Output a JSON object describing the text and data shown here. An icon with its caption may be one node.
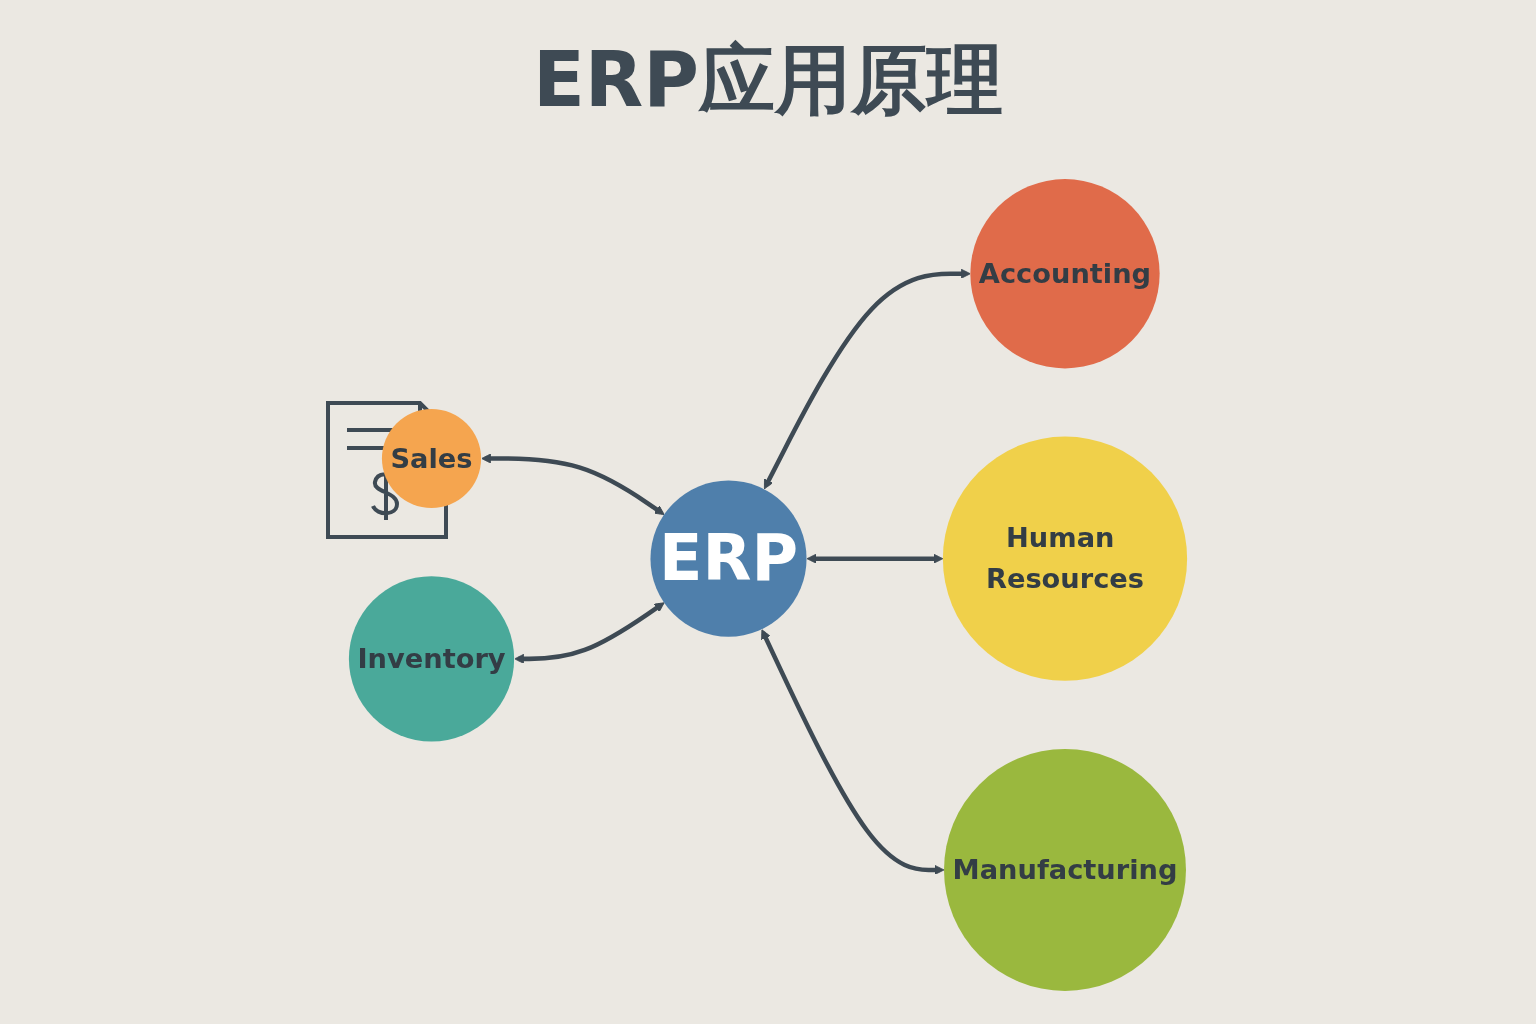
{
  "diagram": {
    "title": "ERP应用原理",
    "nodes": [
      {
        "text": [
          "Sales"
        ]
      },
      {
        "text": [
          "Accounting"
        ]
      },
      {
        "text": [
          "ERP"
        ]
      },
      {
        "text": [
          "Human Resources"
        ]
      },
      {
        "text": [
          "Inventory"
        ]
      },
      {
        "text": [
          "Manufacturing"
        ]
      }
    ],
    "edges": [
      {
        "from": 0,
        "to": 2,
        "arrow": "both"
      },
      {
        "from": 2,
        "to": 1,
        "arrow": "both"
      },
      {
        "from": 2,
        "to": 3,
        "arrow": "both"
      },
      {
        "from": 4,
        "to": 2,
        "arrow": "both"
      },
      {
        "from": 2,
        "to": 5,
        "arrow": "both"
      }
    ]
  }
}
